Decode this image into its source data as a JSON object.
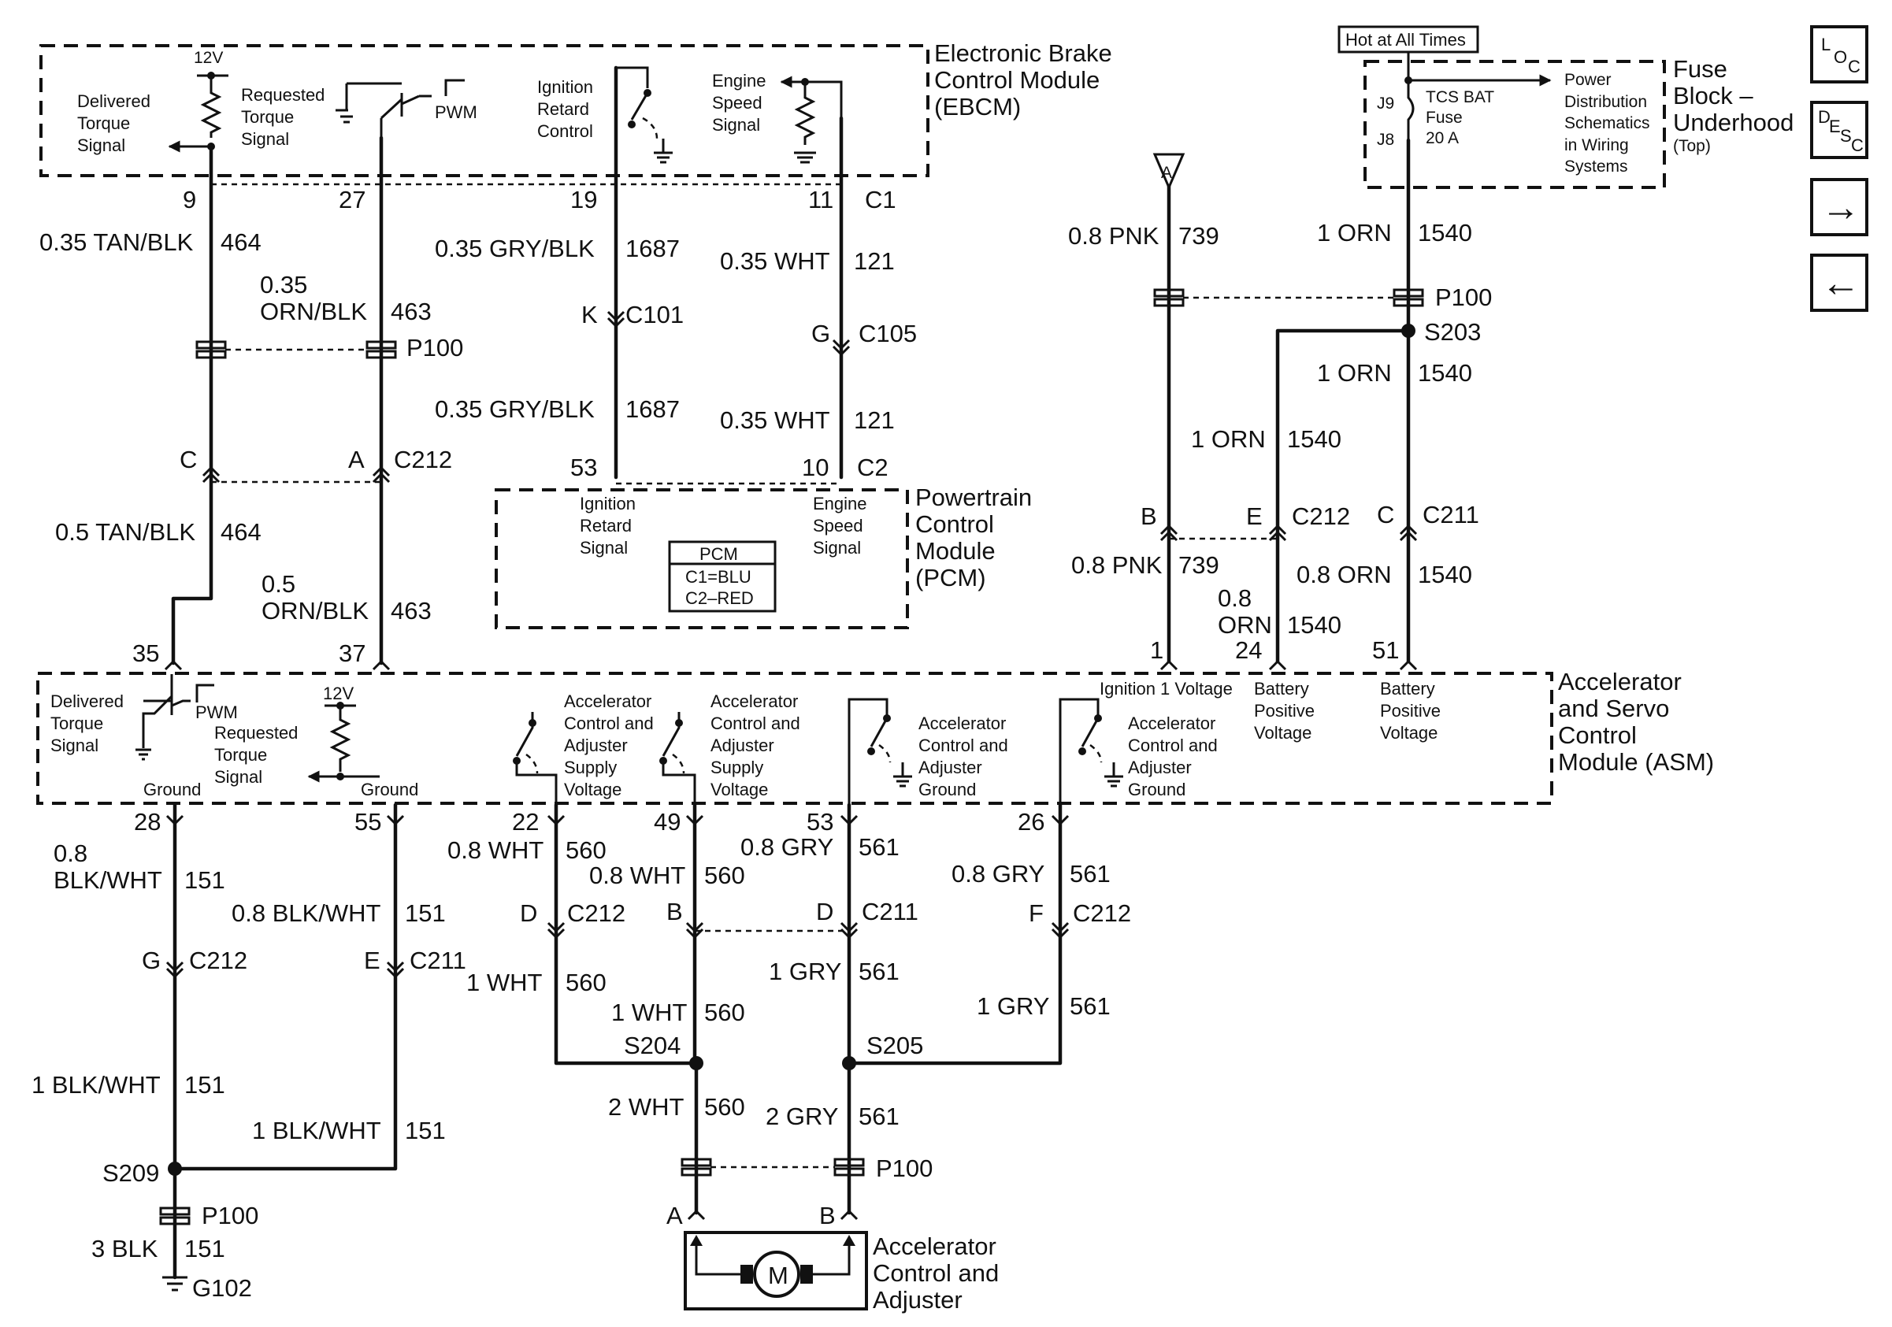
{
  "modules": {
    "ebcm": [
      "Electronic Brake",
      "Control Module",
      "(EBCM)"
    ],
    "fuse_block": [
      "Fuse",
      "Block –",
      "Underhood"
    ],
    "fuse_block_top": "(Top)",
    "pcm": [
      "Powertrain",
      "Control",
      "Module",
      "(PCM)"
    ],
    "asm": [
      "Accelerator",
      "and Servo",
      "Control",
      "Module (ASM)"
    ],
    "actuator": [
      "Accelerator",
      "Control and",
      "Adjuster"
    ]
  },
  "ebcm_internal": {
    "v12": "12V",
    "delivered": [
      "Delivered",
      "Torque",
      "Signal"
    ],
    "requested": [
      "Requested",
      "Torque",
      "Signal"
    ],
    "pwm": "PWM",
    "ign_retard": [
      "Ignition",
      "Retard",
      "Control"
    ],
    "engine_speed": [
      "Engine",
      "Speed",
      "Signal"
    ]
  },
  "pcm_internal": {
    "ign_retard": [
      "Ignition",
      "Retard",
      "Signal"
    ],
    "engine_speed": [
      "Engine",
      "Speed",
      "Signal"
    ],
    "box_title": "PCM",
    "c1": "C1=BLU",
    "c2": "C2–RED"
  },
  "fuse": {
    "hot_at_all_times": "Hot at All Times",
    "j9": "J9",
    "j8": "J8",
    "name": [
      "TCS BAT",
      "Fuse",
      "20 A"
    ],
    "pds": [
      "Power",
      "Distribution",
      "Schematics",
      "in Wiring",
      "Systems"
    ]
  },
  "asm_internal": {
    "delivered": [
      "Delivered",
      "Torque",
      "Signal"
    ],
    "pwm": "PWM",
    "requested": [
      "Requested",
      "Torque",
      "Signal"
    ],
    "v12": "12V",
    "ground1": "Ground",
    "ground2": "Ground",
    "supply1": [
      "Accelerator",
      "Control and",
      "Adjuster",
      "Supply",
      "Voltage"
    ],
    "supply2": [
      "Accelerator",
      "Control and",
      "Adjuster",
      "Supply",
      "Voltage"
    ],
    "gnd1": [
      "Accelerator",
      "Control and",
      "Adjuster",
      "Ground"
    ],
    "gnd2": [
      "Accelerator",
      "Control and",
      "Adjuster",
      "Ground"
    ],
    "ign1": "Ignition 1 Voltage",
    "batt1": [
      "Battery",
      "Positive",
      "Voltage"
    ],
    "batt2": [
      "Battery",
      "Positive",
      "Voltage"
    ]
  },
  "pins": {
    "p9": "9",
    "p27": "27",
    "p19": "19",
    "p11": "11",
    "c1": "C1",
    "p53a": "53",
    "p10": "10",
    "c2": "C2",
    "p35": "35",
    "p37": "37",
    "p1": "1",
    "p24": "24",
    "p51": "51",
    "p28": "28",
    "p55": "55",
    "p22": "22",
    "p49": "49",
    "p53b": "53",
    "p26": "26",
    "act_a": "A",
    "act_b": "B"
  },
  "wires": {
    "w464a": [
      "0.35 TAN/BLK",
      "464"
    ],
    "w463a": [
      "0.35",
      "ORN/BLK",
      "463"
    ],
    "w1687a": [
      "0.35 GRY/BLK",
      "1687"
    ],
    "w1687b": [
      "0.35 GRY/BLK",
      "1687"
    ],
    "w121a": [
      "0.35 WHT",
      "121"
    ],
    "w121b": [
      "0.35 WHT",
      "121"
    ],
    "w464b": [
      "0.5 TAN/BLK",
      "464"
    ],
    "w463b": [
      "0.5",
      "ORN/BLK",
      "463"
    ],
    "w739a": [
      "0.8 PNK",
      "739"
    ],
    "w739b": [
      "0.8 PNK",
      "739"
    ],
    "w1540a": [
      "1 ORN",
      "1540"
    ],
    "w1540b": [
      "1 ORN",
      "1540"
    ],
    "w1540c": [
      "1 ORN",
      "1540"
    ],
    "w1540d": [
      "0.8 ORN",
      "1540"
    ],
    "w1540e": [
      "0.8",
      "ORN",
      "1540"
    ],
    "w151a": [
      "0.8",
      "BLK/WHT",
      "151"
    ],
    "w151b": [
      "0.8 BLK/WHT",
      "151"
    ],
    "w151c": [
      "1 BLK/WHT",
      "151"
    ],
    "w151d": [
      "1 BLK/WHT",
      "151"
    ],
    "w151e": [
      "3 BLK",
      "151"
    ],
    "w560a": [
      "0.8 WHT",
      "560"
    ],
    "w560b": [
      "0.8 WHT",
      "560"
    ],
    "w560c": [
      "1 WHT",
      "560"
    ],
    "w560d": [
      "1 WHT",
      "560"
    ],
    "w560e": [
      "2 WHT",
      "560"
    ],
    "w561a": [
      "0.8 GRY",
      "561"
    ],
    "w561b": [
      "0.8 GRY",
      "561"
    ],
    "w561c": [
      "1 GRY",
      "561"
    ],
    "w561d": [
      "1 GRY",
      "561"
    ],
    "w561e": [
      "2 GRY",
      "561"
    ]
  },
  "connectors": {
    "k": "K",
    "c101": "C101",
    "g": "G",
    "c105": "C105",
    "p100_top": "P100",
    "c": "C",
    "a": "A",
    "c212_top": "C212",
    "p100_right": "P100",
    "s203": "S203",
    "b": "B",
    "e": "E",
    "c212_right": "C212",
    "c_right": "C",
    "c211_right": "C211",
    "g_low": "G",
    "c212_low": "C212",
    "e_low": "E",
    "c211_low": "C211",
    "d": "D",
    "c212_mid": "C212",
    "b_mid": "B",
    "d_mid": "D",
    "c211_mid": "C211",
    "f": "F",
    "c212_far": "C212",
    "s204": "S204",
    "s205": "S205",
    "p100_bottom": "P100",
    "s209": "S209",
    "p100_left": "P100",
    "g102": "G102",
    "terminal_a": "A",
    "motor": "M"
  },
  "nav": {
    "loc": [
      "L",
      "O",
      "C"
    ],
    "desc": [
      "D",
      "E",
      "S",
      "C"
    ],
    "next": "→",
    "prev": "←"
  }
}
